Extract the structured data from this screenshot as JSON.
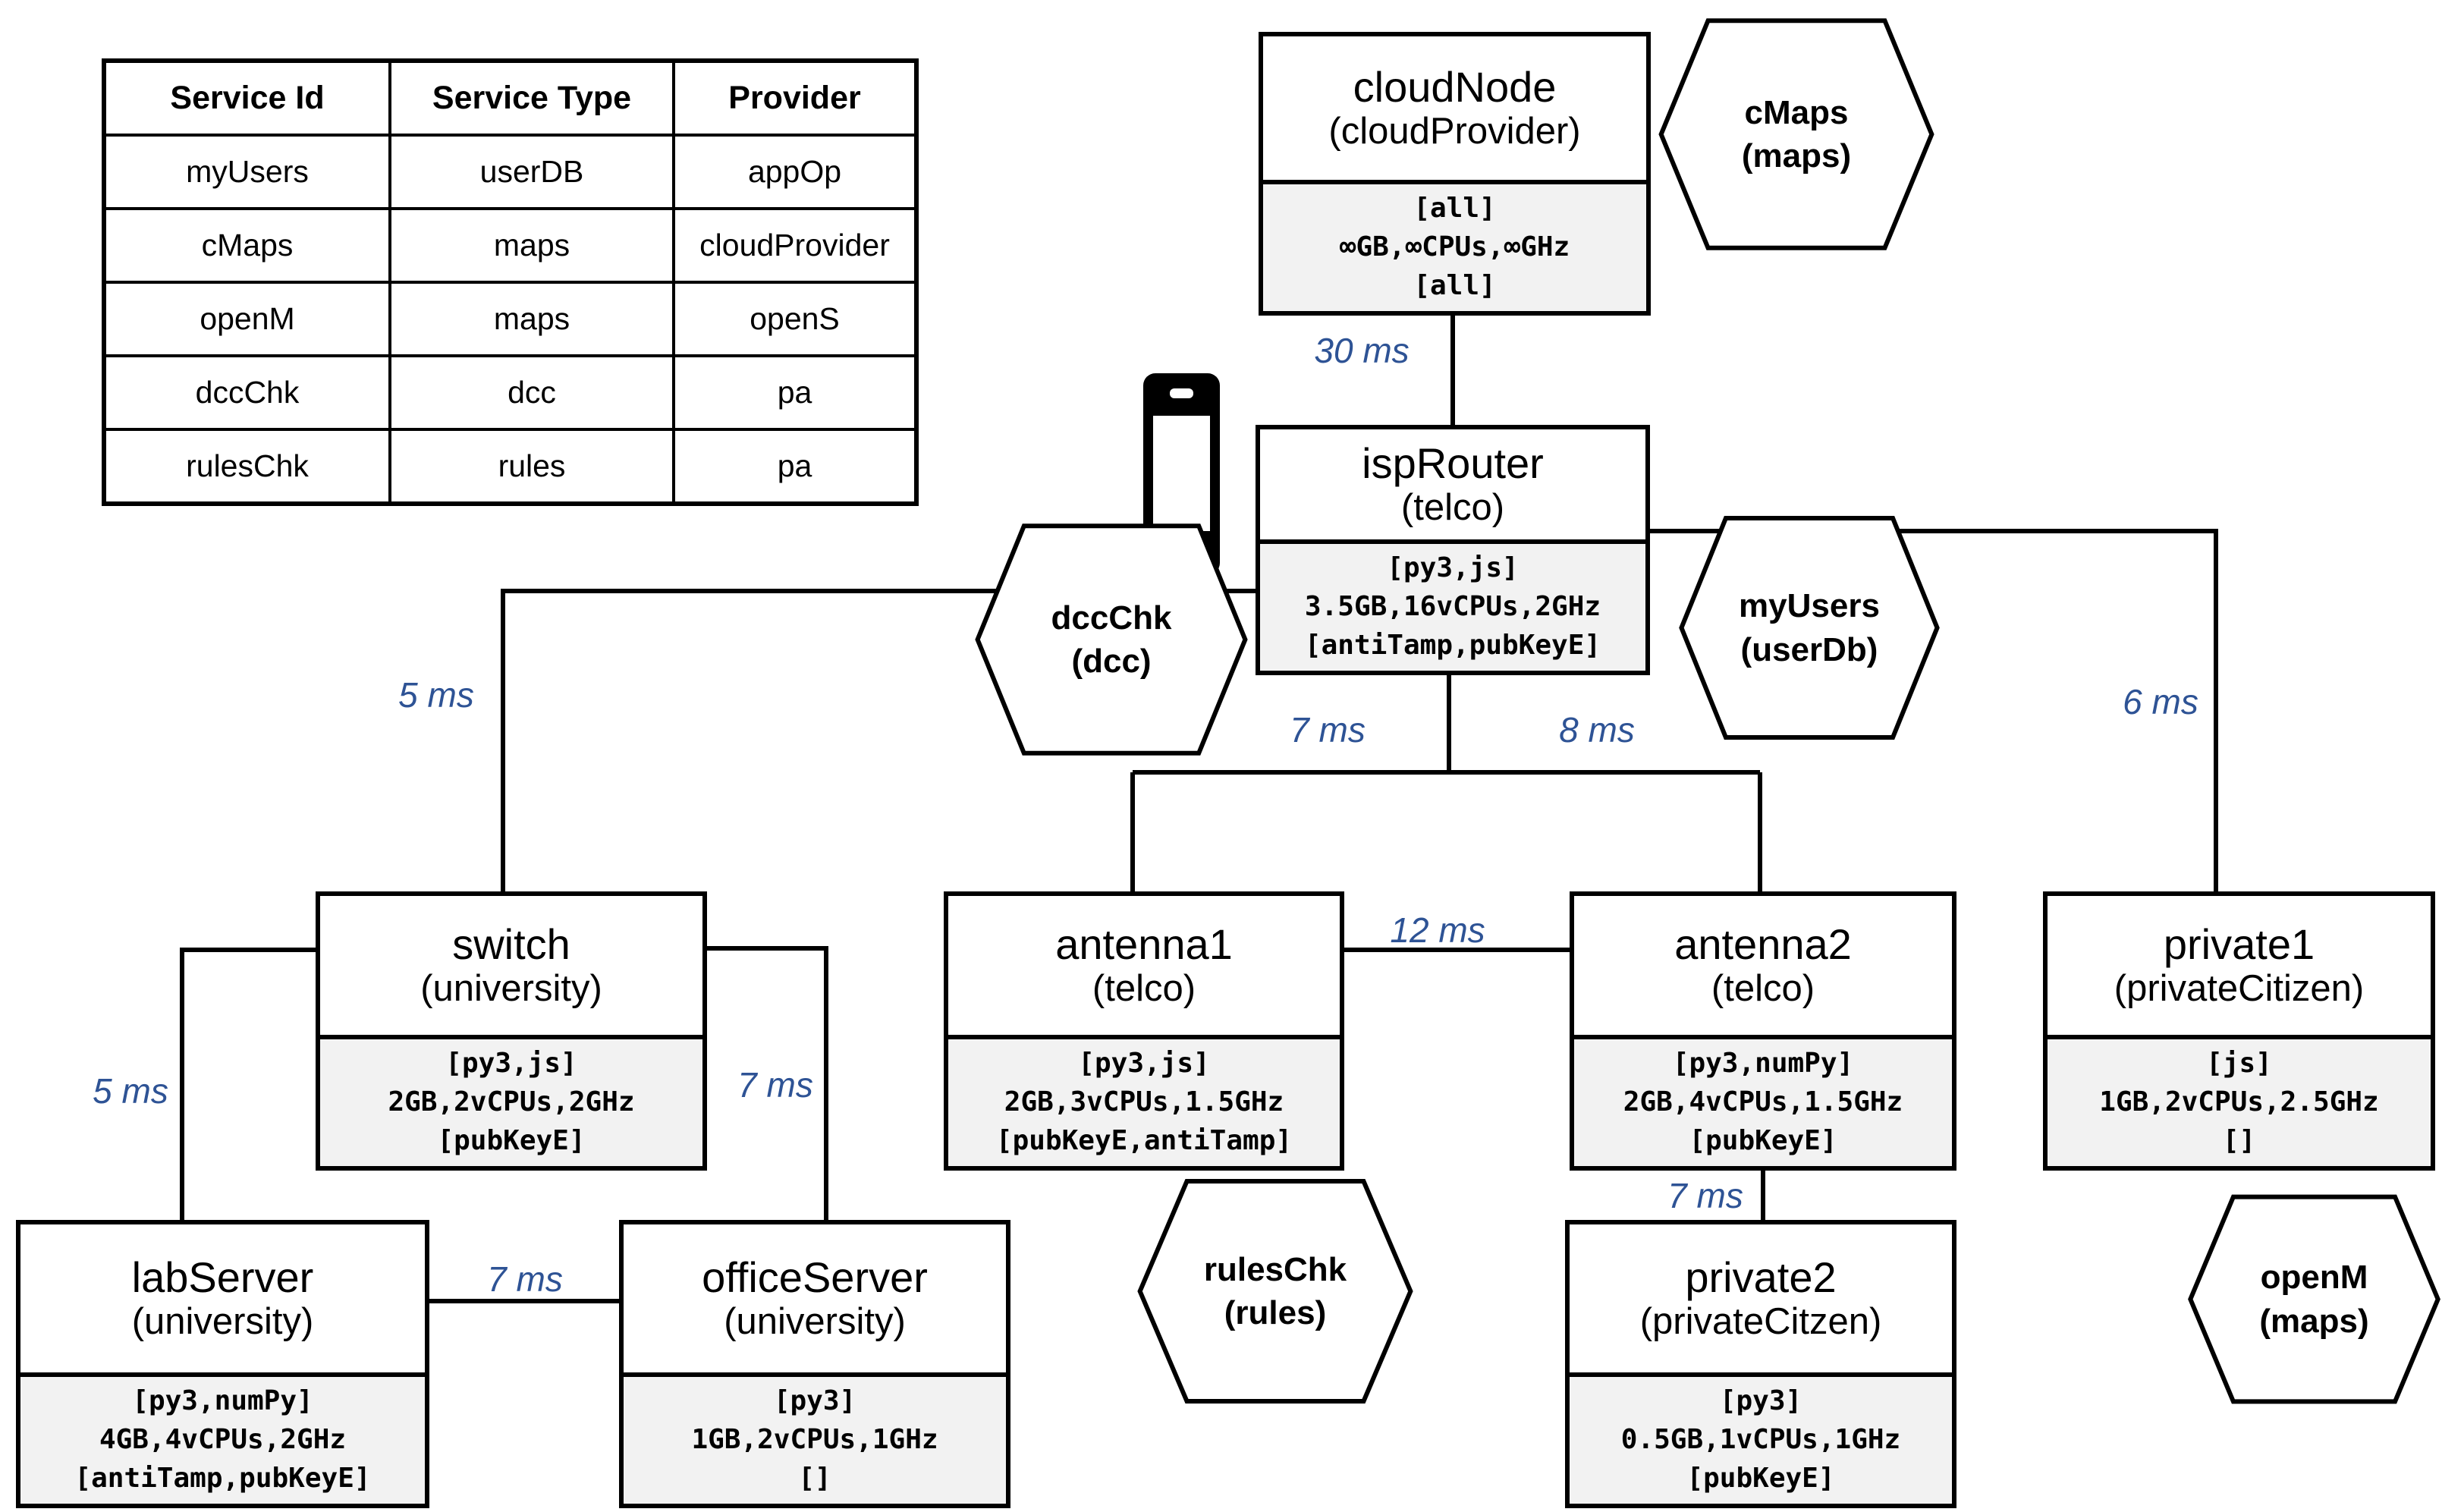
{
  "table": {
    "headers": [
      "Service Id",
      "Service Type",
      "Provider"
    ],
    "rows": [
      [
        "myUsers",
        "userDB",
        "appOp"
      ],
      [
        "cMaps",
        "maps",
        "cloudProvider"
      ],
      [
        "openM",
        "maps",
        "openS"
      ],
      [
        "dccChk",
        "dcc",
        "pa"
      ],
      [
        "rulesChk",
        "rules",
        "pa"
      ]
    ]
  },
  "nodes": [
    {
      "name": "cloudNode",
      "owner": "(cloudProvider)",
      "software": "[all]",
      "resources": "∞GB,∞CPUs,∞GHz",
      "security": "[all]"
    },
    {
      "name": "ispRouter",
      "owner": "(telco)",
      "software": "[py3,js]",
      "resources": "3.5GB,16vCPUs,2GHz",
      "security": "[antiTamp,pubKeyE]"
    },
    {
      "name": "switch",
      "owner": "(university)",
      "software": "[py3,js]",
      "resources": "2GB,2vCPUs,2GHz",
      "security": "[pubKeyE]"
    },
    {
      "name": "antenna1",
      "owner": "(telco)",
      "software": "[py3,js]",
      "resources": "2GB,3vCPUs,1.5GHz",
      "security": "[pubKeyE,antiTamp]"
    },
    {
      "name": "antenna2",
      "owner": "(telco)",
      "software": "[py3,numPy]",
      "resources": "2GB,4vCPUs,1.5GHz",
      "security": "[pubKeyE]"
    },
    {
      "name": "private1",
      "owner": "(privateCitizen)",
      "software": "[js]",
      "resources": "1GB,2vCPUs,2.5GHz",
      "security": "[]"
    },
    {
      "name": "labServer",
      "owner": "(university)",
      "software": "[py3,numPy]",
      "resources": "4GB,4vCPUs,2GHz",
      "security": "[antiTamp,pubKeyE]"
    },
    {
      "name": "officeServer",
      "owner": "(university)",
      "software": "[py3]",
      "resources": "1GB,2vCPUs,1GHz",
      "security": "[]"
    },
    {
      "name": "private2",
      "owner": "(privateCitzen)",
      "software": "[py3]",
      "resources": "0.5GB,1vCPUs,1GHz",
      "security": "[pubKeyE]"
    }
  ],
  "hexes": [
    {
      "name": "cMaps",
      "type_label": "(maps)"
    },
    {
      "name": "dccChk",
      "type_label": "(dcc)"
    },
    {
      "name": "myUsers",
      "type_label": "(userDb)"
    },
    {
      "name": "rulesChk",
      "type_label": "(rules)"
    },
    {
      "name": "openM",
      "type_label": "(maps)"
    }
  ],
  "edges": {
    "cloud_isp": "30 ms",
    "isp_switch": "5 ms",
    "isp_antenna1": "7 ms",
    "isp_antenna2": "8 ms",
    "isp_private1": "6 ms",
    "antenna1_antenna2": "12 ms",
    "switch_labserver": "5 ms",
    "switch_officeserver": "7 ms",
    "labserver_officeserver": "7 ms",
    "antenna2_private2": "7 ms"
  },
  "icons": {
    "smartphone": "smartphone-icon"
  },
  "colors": {
    "latency_label": "#2e5395",
    "node_body_bg": "#f2f2f2",
    "line": "#000000"
  }
}
